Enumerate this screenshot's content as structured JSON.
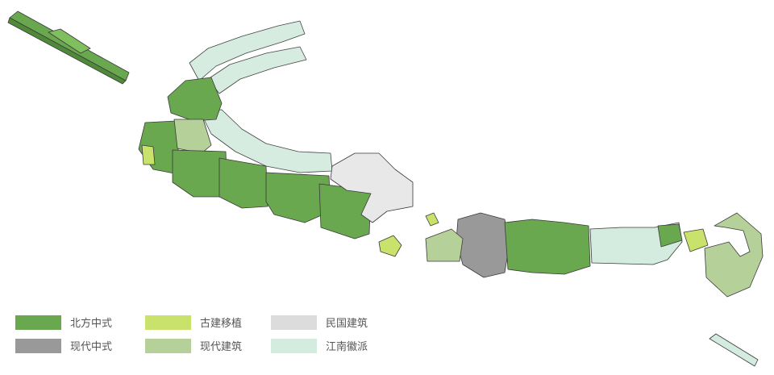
{
  "legend": {
    "items": [
      {
        "key": "north-chinese",
        "label": "北方中式",
        "color": "#6aa84f"
      },
      {
        "key": "modern-chinese",
        "label": "现代中式",
        "color": "#999999"
      },
      {
        "key": "transplanted-ancient",
        "label": "古建移植",
        "color": "#c9e26c"
      },
      {
        "key": "modern-building",
        "label": "现代建筑",
        "color": "#b6d09a"
      },
      {
        "key": "republic-era",
        "label": "民国建筑",
        "color": "#dcdcdc"
      },
      {
        "key": "jiangnan-hui",
        "label": "江南徽派",
        "color": "#d4ebdf"
      }
    ]
  }
}
